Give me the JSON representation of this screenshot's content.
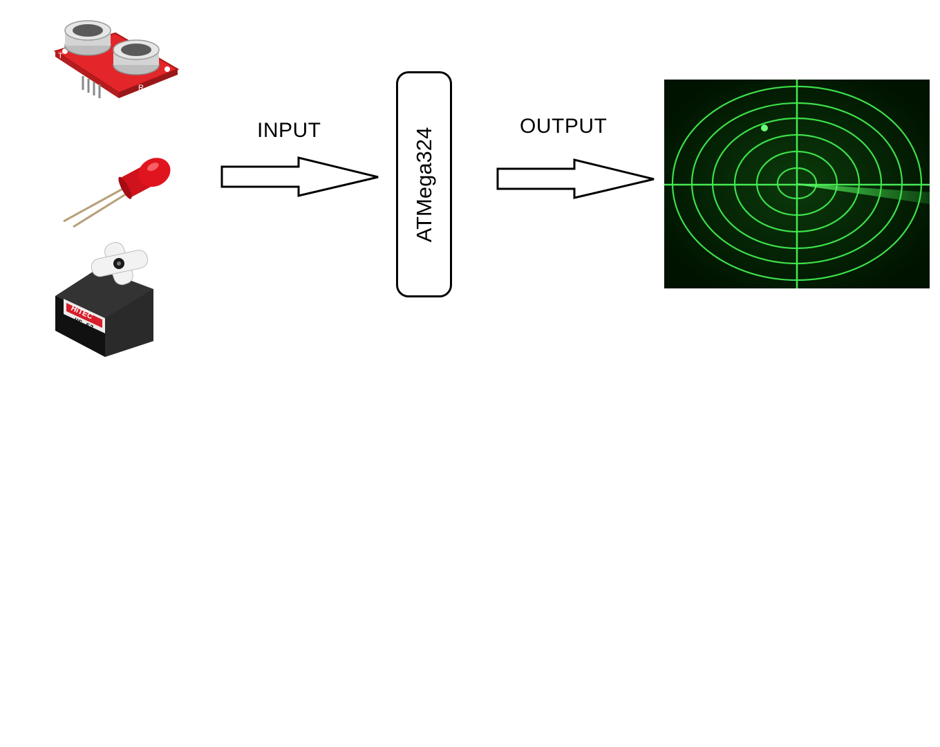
{
  "diagram": {
    "input_label": "INPUT",
    "output_label": "OUTPUT",
    "processor_label": "ATMega324",
    "servo_brand_text": "HiTEC",
    "servo_model_text": "HS-53",
    "sensor_pin_labels": [
      "T",
      "R"
    ]
  },
  "colors": {
    "sensor_board": "#e3262a",
    "led": "#e0141e",
    "servo_body": "#1c1c1c",
    "radar_bg": "#001200",
    "radar_line": "#3de04a"
  },
  "icons": {
    "sensor": "ultrasonic-sensor-icon",
    "led": "led-icon",
    "servo": "servo-motor-icon",
    "radar": "radar-display-icon"
  }
}
